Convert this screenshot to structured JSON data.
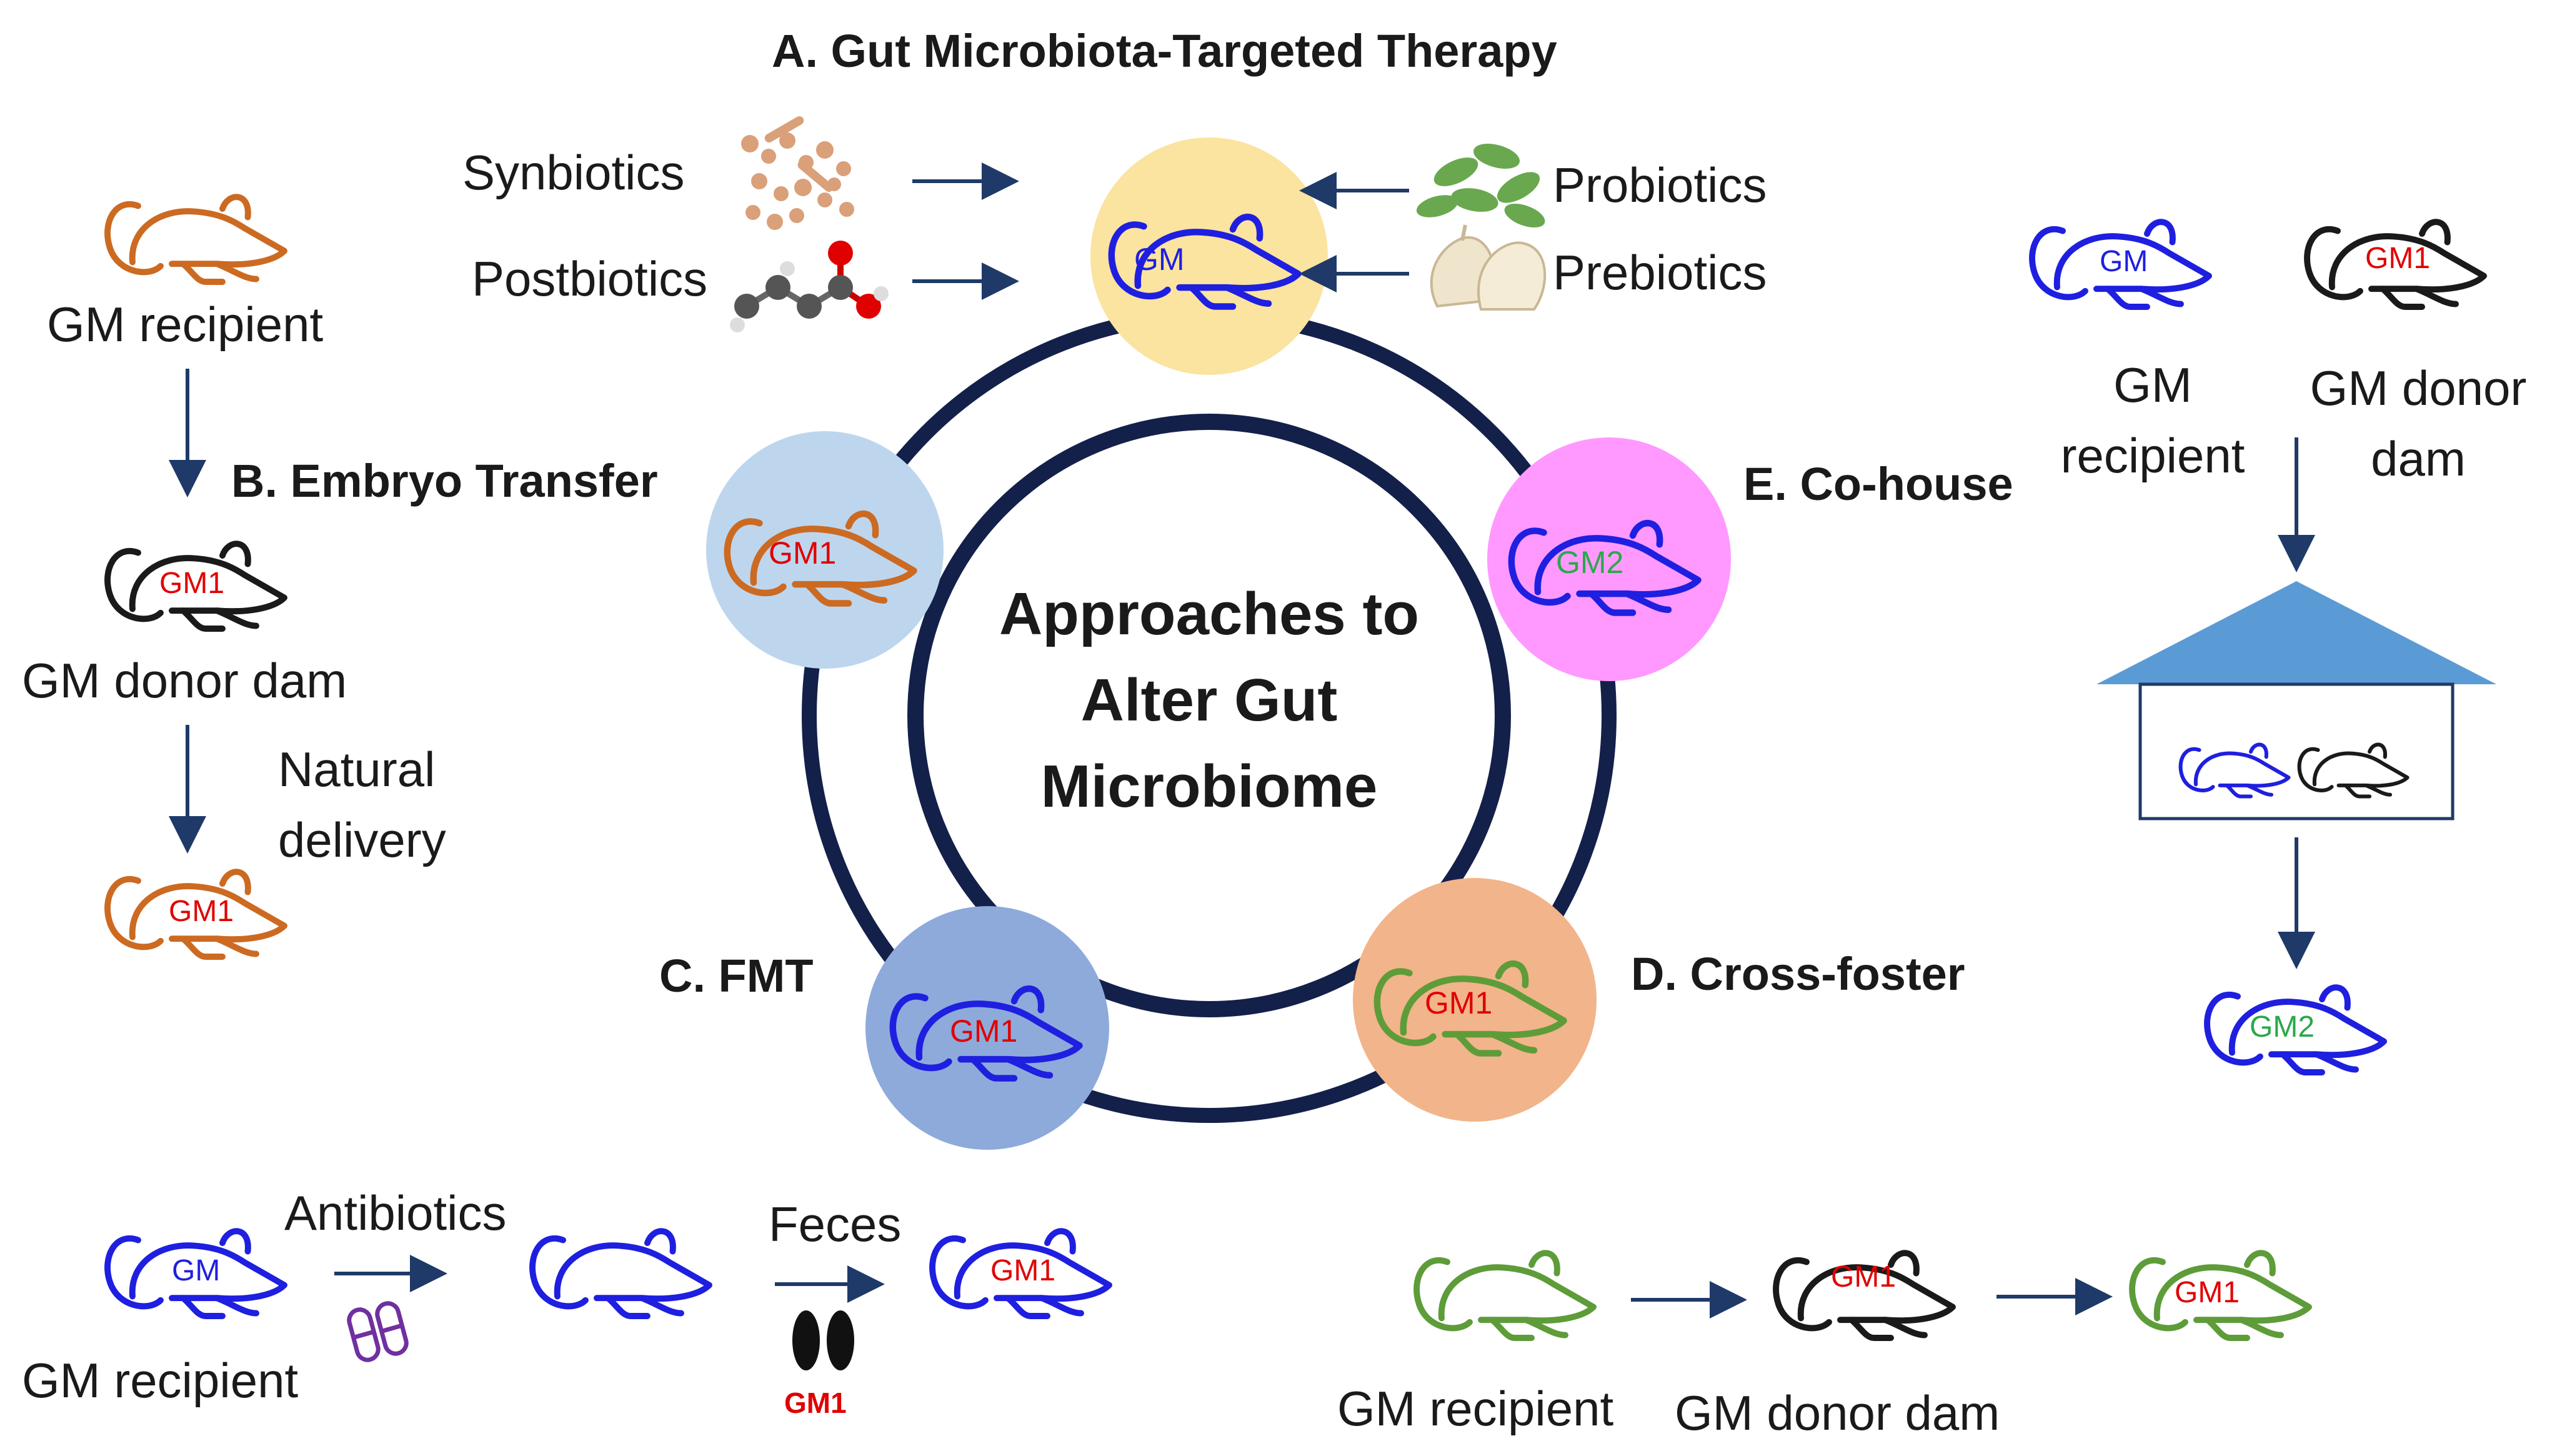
{
  "center": {
    "line1": "Approaches to",
    "line2": "Alter Gut",
    "line3": "Microbiome"
  },
  "sections": {
    "a": {
      "title": "A. Gut Microbiota-Targeted Therapy",
      "synbiotics": "Synbiotics",
      "postbiotics": "Postbiotics",
      "probiotics": "Probiotics",
      "prebiotics": "Prebiotics"
    },
    "b": {
      "title": "B. Embryo Transfer",
      "recipient": "GM recipient",
      "donor": "GM donor dam",
      "delivery1": "Natural",
      "delivery2": "delivery"
    },
    "c": {
      "title": "C. FMT",
      "recipient": "GM recipient",
      "antibiotics": "Antibiotics",
      "feces": "Feces",
      "feces_tag": "GM1"
    },
    "d": {
      "title": "D. Cross-foster",
      "recipient": "GM recipient",
      "donor": "GM donor dam"
    },
    "e": {
      "title": "E. Co-house",
      "recipient1": "GM",
      "recipient2": "recipient",
      "donor1": "GM donor",
      "donor2": "dam"
    }
  },
  "tags": {
    "gm": "GM",
    "gm1": "GM1",
    "gm2": "GM2"
  },
  "colors": {
    "ring": "#13204a",
    "arrow": "#1f3a68",
    "mouse_blue": "#1f1fe0",
    "mouse_orange": "#cc6a22",
    "mouse_black": "#1a1a1a",
    "mouse_green": "#5e9c3a",
    "tag_red": "#e00000",
    "tag_green": "#2aa84a",
    "tag_blue": "#1f1fe0",
    "circle_a": "#fbe3a0",
    "circle_b": "#bdd6ee",
    "circle_c": "#8eaadb",
    "circle_d": "#f2b48a",
    "circle_e": "#ff99ff",
    "house": "#5b9bd5",
    "capsule": "#7030a0"
  }
}
